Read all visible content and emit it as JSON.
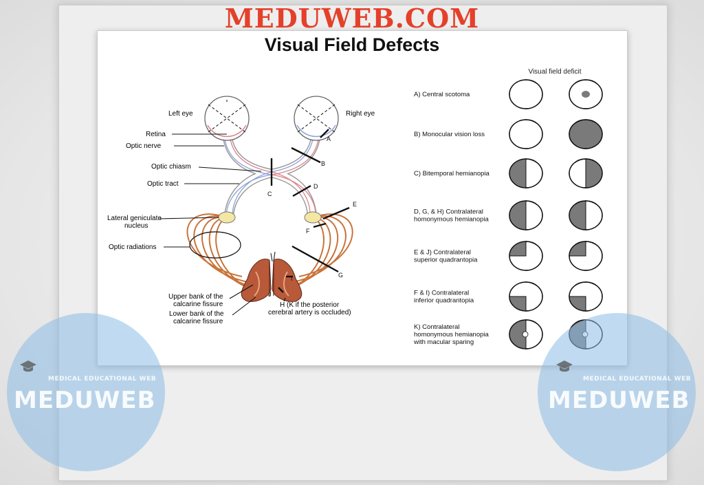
{
  "brand": "MEDUWEB.COM",
  "title": "Visual Field Defects",
  "column_header": "Visual field deficit",
  "anatomy": {
    "left_eye": "Left eye",
    "right_eye": "Right eye",
    "retina": "Retina",
    "optic_nerve": "Optic nerve",
    "optic_chiasm": "Optic chiasm",
    "optic_tract": "Optic tract",
    "lgn_line1": "Lateral geniculate",
    "lgn_line2": "nucleus",
    "optic_radiations": "Optic radiations",
    "upper_bank_line1": "Upper bank of the",
    "upper_bank_line2": "calcarine fissure",
    "lower_bank_line1": "Lower bank of the",
    "lower_bank_line2": "calcarine fissure",
    "h_note_line1": "H (K if the posterior",
    "h_note_line2": "cerebral artery is occluded)"
  },
  "lesion_letters": [
    "A",
    "B",
    "C",
    "D",
    "E",
    "F",
    "G",
    "I",
    "J"
  ],
  "defects": [
    {
      "lines": [
        "A) Central scotoma"
      ],
      "left": "normal",
      "right": "central-scotoma"
    },
    {
      "lines": [
        "B) Monocular vision loss"
      ],
      "left": "normal",
      "right": "full"
    },
    {
      "lines": [
        "C) Bitemporal hemianopia"
      ],
      "left": "left-half",
      "right": "right-half"
    },
    {
      "lines": [
        "D, G, & H) Contralateral",
        "homonymous hemianopia"
      ],
      "left": "left-half",
      "right": "left-half"
    },
    {
      "lines": [
        "E & J) Contralateral",
        "superior quadrantopia"
      ],
      "left": "upper-left",
      "right": "upper-left"
    },
    {
      "lines": [
        "F & I) Contralateral",
        "inferior quadrantopia"
      ],
      "left": "lower-left",
      "right": "lower-left"
    },
    {
      "lines": [
        "K) Contralateral",
        "homonymous hemianopia",
        "with macular sparing"
      ],
      "left": "left-half-sparing",
      "right": "left-half-sparing"
    }
  ],
  "watermark": {
    "tagline": "MEDICAL EDUCATIONAL WEB",
    "name": "MEDUWEB"
  },
  "colors": {
    "brand": "#e4402a",
    "deficit_fill": "#7a7a7a",
    "nerve_red": "#d9838a",
    "nerve_blue": "#8fa2d6",
    "radiation": "#c8733a",
    "cortex": "#b8593a",
    "lgn": "#f3e7a3",
    "watermark": "#8cbee6"
  }
}
